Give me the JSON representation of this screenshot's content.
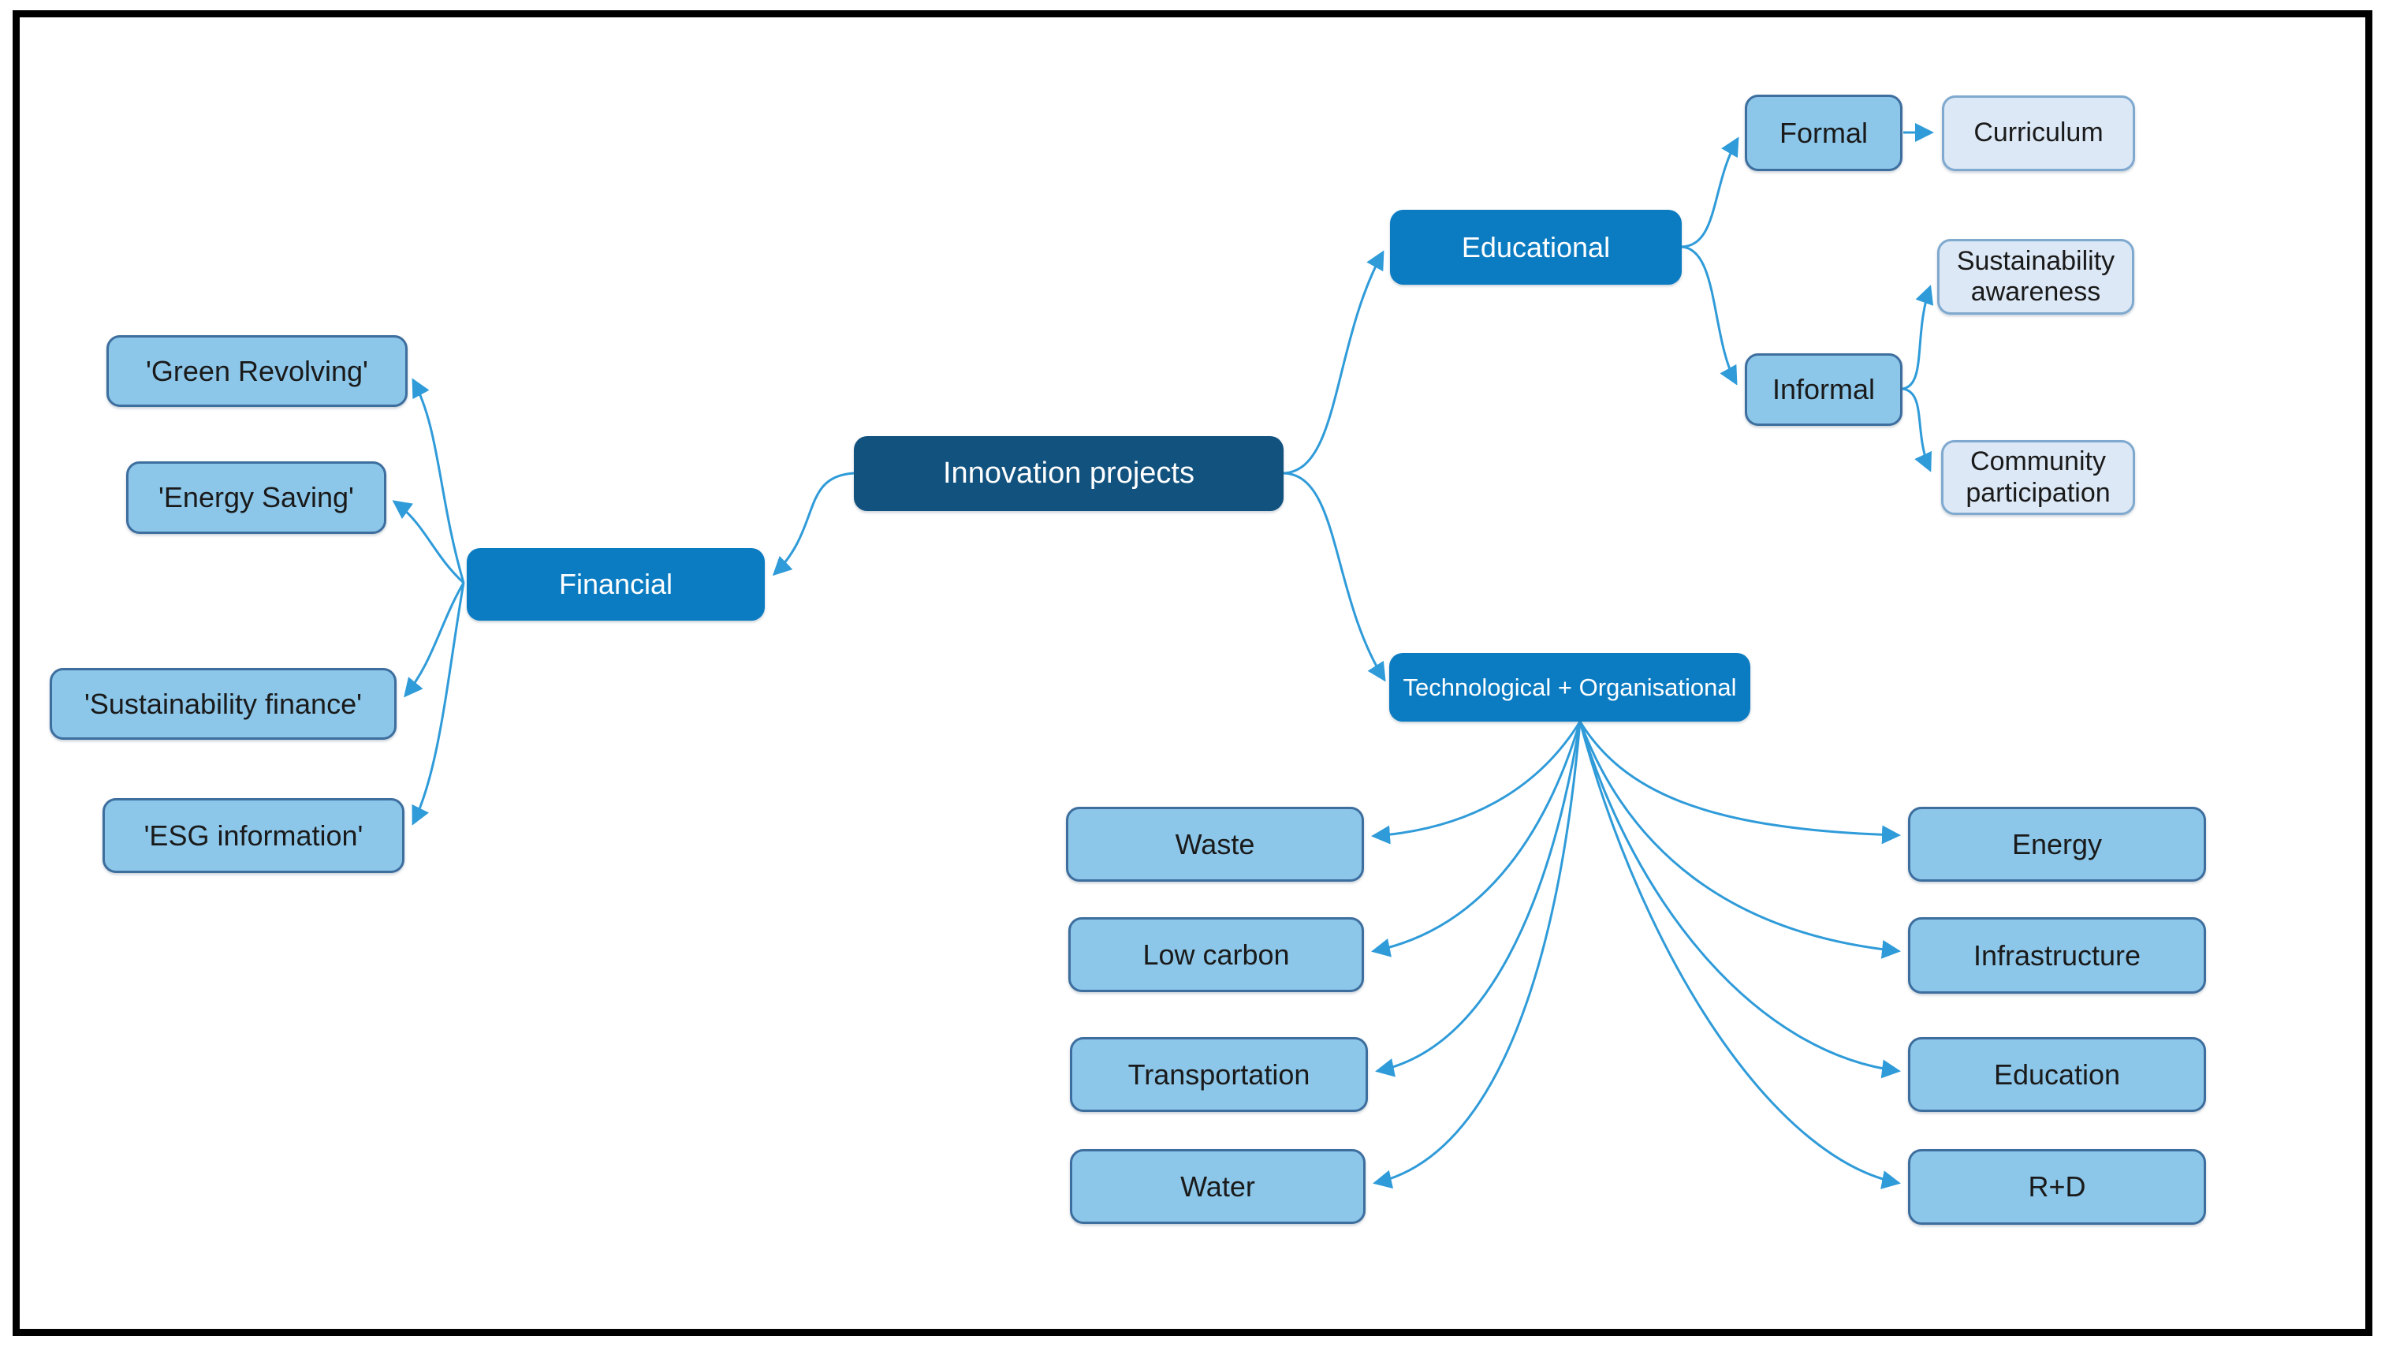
{
  "figure": {
    "type": "mind-map",
    "description": "Innovation projects mind map with Financial, Educational and Technological + Organisational branches",
    "background": "#ffffff",
    "frame_color": "#000000"
  },
  "colors": {
    "root_fill": "#12527e",
    "branch_fill": "#0c7cc2",
    "leaf_fill": "#8cc7ea",
    "leaf_border": "#3d6e9e",
    "subleaf_fill": "#dce8f5",
    "subleaf_border": "#7fa9cf",
    "arrow": "#2f9bd9",
    "text_on_dark": "#ffffff",
    "text_on_light": "#1a1a1a"
  },
  "nodes": {
    "innovation": {
      "label": "Innovation projects",
      "level": "root"
    },
    "financial": {
      "label": "Financial",
      "level": "branch"
    },
    "green_revolving": {
      "label": "'Green Revolving'",
      "level": "leaf"
    },
    "energy_saving": {
      "label": "'Energy Saving'",
      "level": "leaf"
    },
    "sustainability_finance": {
      "label": "'Sustainability finance'",
      "level": "leaf"
    },
    "esg_information": {
      "label": "'ESG information'",
      "level": "leaf"
    },
    "educational": {
      "label": "Educational",
      "level": "branch"
    },
    "formal": {
      "label": "Formal",
      "level": "leaf"
    },
    "curriculum": {
      "label": "Curriculum",
      "level": "subleaf"
    },
    "informal": {
      "label": "Informal",
      "level": "leaf"
    },
    "sustainability_awareness": {
      "label": "Sustainability awareness",
      "level": "subleaf"
    },
    "community_participation": {
      "label": "Community participation",
      "level": "subleaf"
    },
    "tech_org": {
      "label": "Technological + Organisational",
      "level": "branch"
    },
    "waste": {
      "label": "Waste",
      "level": "leaf"
    },
    "low_carbon": {
      "label": "Low carbon",
      "level": "leaf"
    },
    "transportation": {
      "label": "Transportation",
      "level": "leaf"
    },
    "water": {
      "label": "Water",
      "level": "leaf"
    },
    "energy": {
      "label": "Energy",
      "level": "leaf"
    },
    "infrastructure": {
      "label": "Infrastructure",
      "level": "leaf"
    },
    "education": {
      "label": "Education",
      "level": "leaf"
    },
    "r_plus_d": {
      "label": "R+D",
      "level": "leaf"
    }
  },
  "edges": [
    {
      "from": "innovation",
      "to": "financial"
    },
    {
      "from": "innovation",
      "to": "educational"
    },
    {
      "from": "innovation",
      "to": "tech_org"
    },
    {
      "from": "financial",
      "to": "green_revolving"
    },
    {
      "from": "financial",
      "to": "energy_saving"
    },
    {
      "from": "financial",
      "to": "sustainability_finance"
    },
    {
      "from": "financial",
      "to": "esg_information"
    },
    {
      "from": "educational",
      "to": "formal"
    },
    {
      "from": "educational",
      "to": "informal"
    },
    {
      "from": "formal",
      "to": "curriculum"
    },
    {
      "from": "informal",
      "to": "sustainability_awareness"
    },
    {
      "from": "informal",
      "to": "community_participation"
    },
    {
      "from": "tech_org",
      "to": "waste"
    },
    {
      "from": "tech_org",
      "to": "low_carbon"
    },
    {
      "from": "tech_org",
      "to": "transportation"
    },
    {
      "from": "tech_org",
      "to": "water"
    },
    {
      "from": "tech_org",
      "to": "energy"
    },
    {
      "from": "tech_org",
      "to": "infrastructure"
    },
    {
      "from": "tech_org",
      "to": "education"
    },
    {
      "from": "tech_org",
      "to": "r_plus_d"
    }
  ]
}
